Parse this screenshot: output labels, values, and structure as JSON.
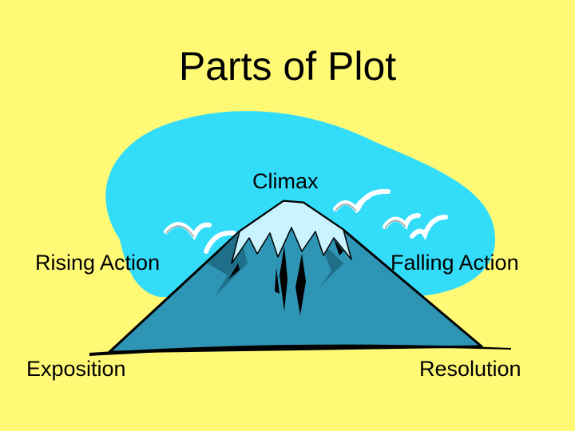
{
  "title": "Parts of Plot",
  "labels": {
    "climax": "Climax",
    "rising_action": "Rising Action",
    "falling_action": "Falling Action",
    "exposition": "Exposition",
    "resolution": "Resolution"
  },
  "colors": {
    "background": "#FFF976",
    "sky": "#33DDFA",
    "mountain": "#2E95B5",
    "mountain_shadow": "#1F6F8A",
    "snow": "#C9F3FF",
    "outline": "#000000",
    "birds": "#FFFFFF"
  }
}
